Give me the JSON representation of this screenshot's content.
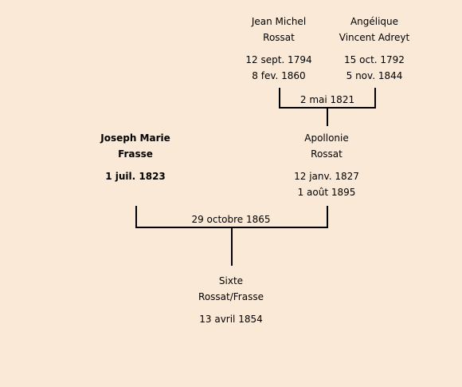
{
  "people": {
    "jean_michel": {
      "name_line1": "Jean Michel",
      "name_line2": "Rossat",
      "birth": "12 sept. 1794",
      "death": "8 fev. 1860"
    },
    "angelique": {
      "name_line1": "Angélique",
      "name_line2": "Vincent Adreyt",
      "birth": "15 oct. 1792",
      "death": "5 nov. 1844"
    },
    "joseph": {
      "name_line1": "Joseph Marie",
      "name_line2": "Frasse",
      "birth": "1 juil. 1823"
    },
    "apollonie": {
      "name_line1": "Apollonie",
      "name_line2": "Rossat",
      "birth": "12 janv. 1827",
      "death": "1 août 1895"
    },
    "sixte": {
      "name_line1": "Sixte",
      "name_line2": "Rossat/Frasse",
      "birth": "13 avril 1854"
    }
  },
  "marriages": {
    "parents_apollonie": "2 mai 1821",
    "joseph_apollonie": "29 octobre 1865"
  },
  "colors": {
    "background": "#fbe9d7",
    "lines": "#000000"
  }
}
